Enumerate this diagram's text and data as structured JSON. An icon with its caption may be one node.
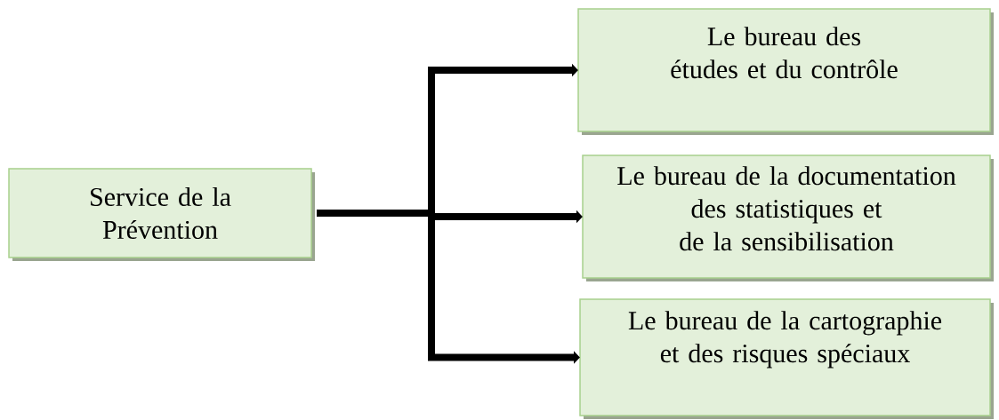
{
  "diagram": {
    "nodes": [
      {
        "text": [
          "Service de la Prévention"
        ]
      },
      {
        "text": [
          "Le bureau des études et du contrôle"
        ]
      },
      {
        "text": [
          "Le bureau de la documentation des statistiques et de la sensibilisation"
        ]
      },
      {
        "text": [
          "Le bureau de la cartographie et des risques spéciaux"
        ]
      }
    ],
    "edges": [
      {
        "from": 0,
        "to": 1,
        "arrow": "to"
      },
      {
        "from": 0,
        "to": 2,
        "arrow": "to"
      },
      {
        "from": 0,
        "to": 3,
        "arrow": "to"
      }
    ]
  }
}
